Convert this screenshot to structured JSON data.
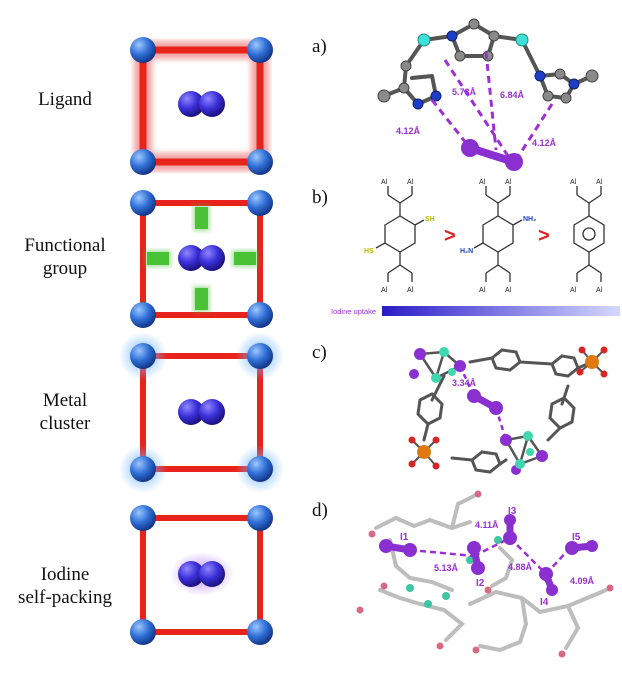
{
  "rows": [
    {
      "label_lines": [
        "Ligand"
      ],
      "letter": "a)"
    },
    {
      "label_lines": [
        "Functional",
        "group"
      ],
      "letter": "b)"
    },
    {
      "label_lines": [
        "Metal",
        "cluster"
      ],
      "letter": "c)"
    },
    {
      "label_lines": [
        "Iodine",
        "self-packing"
      ],
      "letter": "d)"
    }
  ],
  "panel_a": {
    "distances": [
      "5.73Å",
      "6.84Å",
      "4.12Å",
      "4.12Å"
    ]
  },
  "panel_b": {
    "groups": [
      "SH",
      "HS",
      "NH₂",
      "H₂N"
    ],
    "alkyl_label": "Al",
    "comparison": ">",
    "uptake_label": "Iodine uptake"
  },
  "panel_c": {
    "distance": "3.34Å"
  },
  "panel_d": {
    "atoms": [
      "I1",
      "I2",
      "I3",
      "I4",
      "I5"
    ],
    "distances": [
      "5.13Å",
      "4.11Å",
      "4.88Å",
      "4.09Å"
    ]
  },
  "colors": {
    "frame": "#e8231c",
    "node": "#2f6fd6",
    "iodine_pair": "#3a2fd8",
    "green_glow": "#49c236",
    "purple_label": "#9b2fd8"
  }
}
